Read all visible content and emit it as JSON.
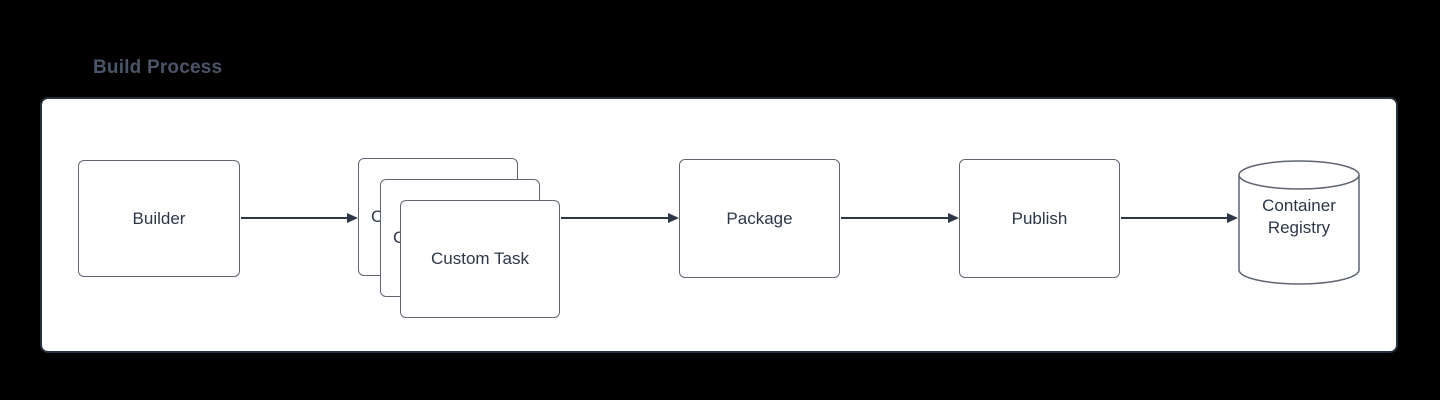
{
  "title": "Build Process",
  "diagram": {
    "nodes": [
      {
        "id": "builder",
        "label": "Builder",
        "type": "box"
      },
      {
        "id": "custom-task",
        "label": "Custom Task",
        "type": "stacked-cards"
      },
      {
        "id": "package",
        "label": "Package",
        "type": "box"
      },
      {
        "id": "publish",
        "label": "Publish",
        "type": "box"
      },
      {
        "id": "container-registry",
        "label": "Container Registry",
        "type": "cylinder"
      }
    ],
    "edges": [
      {
        "from": "builder",
        "to": "custom-task"
      },
      {
        "from": "custom-task",
        "to": "package"
      },
      {
        "from": "package",
        "to": "publish"
      },
      {
        "from": "publish",
        "to": "container-registry"
      }
    ]
  },
  "colors": {
    "page_background": "#000000",
    "canvas_background": "#ffffff",
    "canvas_border": "#25303d",
    "node_border": "#5f6672",
    "node_text": "#2d3748",
    "arrow": "#2d3748",
    "title_text": "#4a5568"
  }
}
